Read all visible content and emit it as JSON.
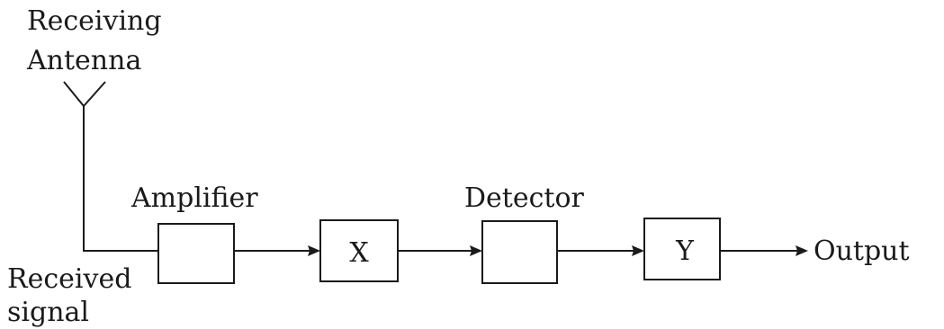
{
  "labels": {
    "antenna_line1": "Receiving",
    "antenna_line2": "Antenna",
    "amplifier": "Amplifier",
    "detector": "Detector",
    "box_x": "X",
    "box_y": "Y",
    "output": "Output",
    "received_line1": "Received",
    "received_line2": "signal"
  }
}
